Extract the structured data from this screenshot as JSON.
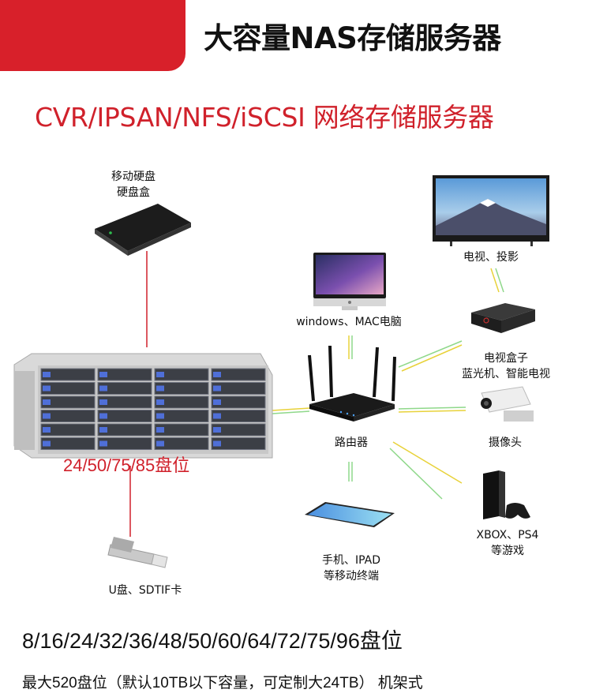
{
  "header": {
    "title": "大容量NAS存储服务器",
    "subtitle": "CVR/IPSAN/NFS/iSCSI 网络存储服务器"
  },
  "nodes": {
    "external_hdd": {
      "line1": "移动硬盘",
      "line2": "硬盘盒"
    },
    "tv": {
      "line1": "电视、投影"
    },
    "computer": {
      "line1": "windows、MAC电脑"
    },
    "settop": {
      "line1": "电视盒子",
      "line2": "蓝光机、智能电视"
    },
    "camera": {
      "line1": "摄像头"
    },
    "router": {
      "line1": "路由器"
    },
    "console": {
      "line1": "XBOX、PS4",
      "line2": "等游戏"
    },
    "phone": {
      "line1": "手机、IPAD",
      "line2": "等移动终端"
    },
    "usb": {
      "line1": "U盘、SDTIF卡"
    }
  },
  "server": {
    "bays_label": "24/50/75/85盘位"
  },
  "footer": {
    "bay_options": "8/16/24/32/36/48/50/60/64/72/75/96盘位",
    "note": "最大520盘位（默认10TB以下容量，可定制大24TB） 机架式"
  },
  "colors": {
    "accent_red": "#d8202a",
    "link_yellow": "#e8d23a",
    "link_green": "#8fd88a",
    "link_red": "#d0212b"
  }
}
